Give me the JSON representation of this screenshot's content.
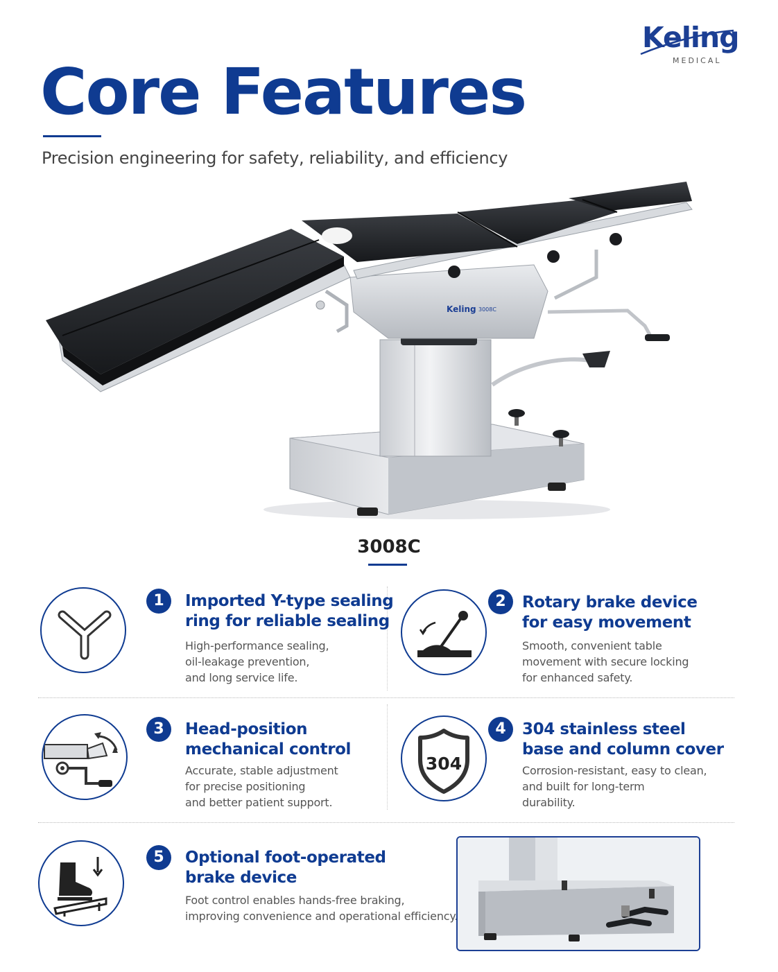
{
  "brand": {
    "name": "Keling",
    "tagline": "MEDICAL",
    "color": "#1c3f94"
  },
  "header": {
    "title": "Core Features",
    "subtitle": "Precision engineering for safety, reliability, and efficiency"
  },
  "product": {
    "model": "3008C",
    "plate": "3008C"
  },
  "theme": {
    "primary": "#0f3b91",
    "text": "#555555"
  },
  "features": [
    {
      "number": "1",
      "title_lines": [
        "Imported Y-type sealing",
        "ring for reliable sealing"
      ],
      "description_lines": [
        "High-performance sealing,",
        "oil-leakage prevention,",
        "and long service life."
      ],
      "icon": "y-seal-icon"
    },
    {
      "number": "2",
      "title_lines": [
        "Rotary brake device",
        "for easy movement"
      ],
      "description_lines": [
        "Smooth, convenient table",
        "movement with secure locking",
        "for enhanced safety."
      ],
      "icon": "lever-icon"
    },
    {
      "number": "3",
      "title_lines": [
        "Head-position",
        "mechanical control"
      ],
      "description_lines": [
        "Accurate, stable adjustment",
        "for precise positioning",
        "and better patient support."
      ],
      "icon": "head-control-icon"
    },
    {
      "number": "4",
      "title_lines": [
        "304 stainless steel",
        "base and column cover"
      ],
      "description_lines": [
        "Corrosion-resistant, easy to clean,",
        "and built for long-term",
        "durability."
      ],
      "icon": "shield-304-icon",
      "icon_text": "304"
    },
    {
      "number": "5",
      "title_lines": [
        "Optional foot-operated",
        "brake device"
      ],
      "description_lines": [
        "Foot control enables hands-free braking,",
        "improving convenience and operational efficiency."
      ],
      "icon": "foot-brake-icon"
    }
  ]
}
